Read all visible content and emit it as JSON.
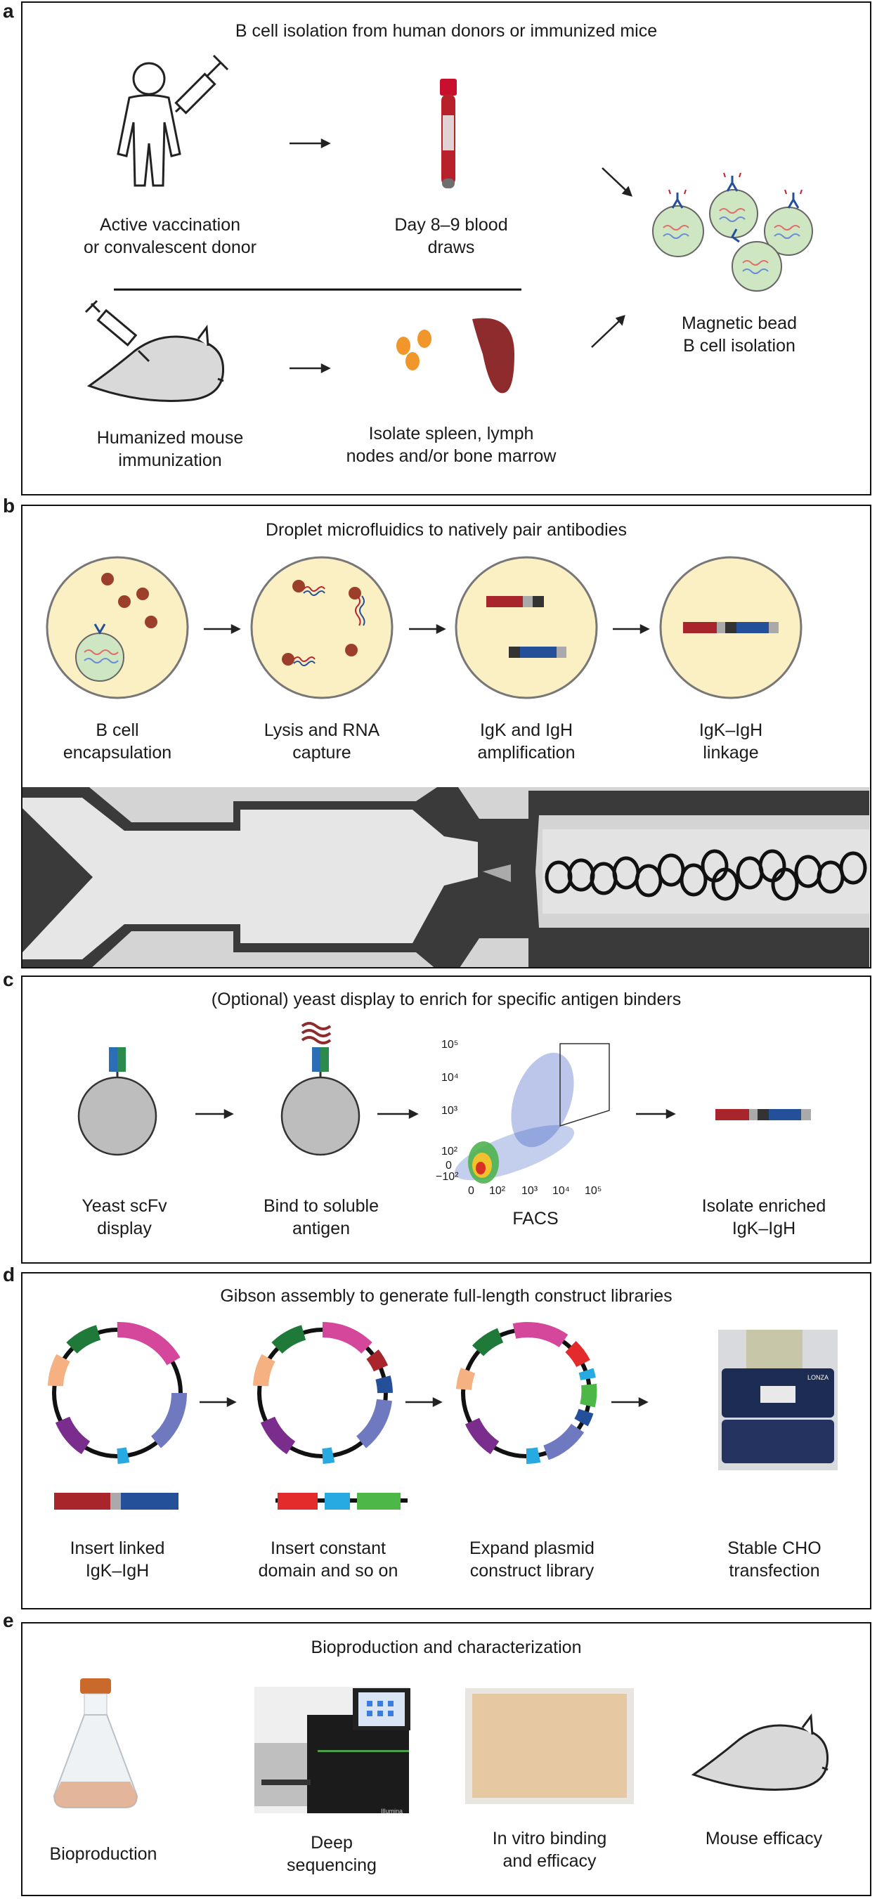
{
  "panels": {
    "a": {
      "letter": "a",
      "title": "B cell isolation from human donors or immunized mice",
      "labels": {
        "donor_l1": "Active vaccination",
        "donor_l2": "or convalescent donor",
        "blood_l1": "Day 8–9 blood",
        "blood_l2": "draws",
        "mouse_l1": "Humanized mouse",
        "mouse_l2": "immunization",
        "spleen_l1": "Isolate spleen, lymph",
        "spleen_l2": "nodes and/or bone marrow",
        "bead_l1": "Magnetic bead",
        "bead_l2": "B cell isolation"
      }
    },
    "b": {
      "letter": "b",
      "title": "Droplet microfluidics to natively pair antibodies",
      "steps": [
        {
          "l1": "B cell",
          "l2": "encapsulation"
        },
        {
          "l1": "Lysis and RNA",
          "l2": "capture"
        },
        {
          "l1": "IgK and IgH",
          "l2": "amplification"
        },
        {
          "l1": "IgK–IgH",
          "l2": "linkage"
        }
      ]
    },
    "c": {
      "letter": "c",
      "title": "(Optional) yeast display to enrich for specific antigen binders",
      "steps": [
        {
          "l1": "Yeast scFv",
          "l2": "display"
        },
        {
          "l1": "Bind to soluble",
          "l2": "antigen"
        },
        {
          "l1": "FACS",
          "l2": ""
        },
        {
          "l1": "Isolate enriched",
          "l2": "IgK–IgH"
        }
      ],
      "facs_axis": {
        "y_ticks": [
          "10⁵",
          "10⁴",
          "10³",
          "10²",
          "0",
          "−10²"
        ],
        "x_ticks": [
          "0",
          "10²",
          "10³",
          "10⁴",
          "10⁵"
        ]
      }
    },
    "d": {
      "letter": "d",
      "title": "Gibson assembly to generate full-length construct libraries",
      "steps": [
        {
          "l1": "Insert linked",
          "l2": "IgK–IgH"
        },
        {
          "l1": "Insert constant",
          "l2": "domain and so on"
        },
        {
          "l1": "Expand plasmid",
          "l2": "construct library"
        },
        {
          "l1": "Stable CHO",
          "l2": "transfection"
        }
      ],
      "instrument_brand": "LONZA"
    },
    "e": {
      "letter": "e",
      "title": "Bioproduction and characterization",
      "steps": [
        {
          "l1": "Bioproduction",
          "l2": ""
        },
        {
          "l1": "Deep",
          "l2": "sequencing"
        },
        {
          "l1": "In vitro binding",
          "l2": "and efficacy"
        },
        {
          "l1": "Mouse efficacy",
          "l2": ""
        }
      ],
      "sequencer_brand": "Illumina"
    }
  },
  "colors": {
    "droplet_fill": "#fbefc4",
    "cell_fill": "#cfe6c2",
    "bead": "#9b3f2a",
    "igk_red": "#a8252b",
    "igh_blue": "#24509a",
    "mouse_fill": "#d9d9d9",
    "orange": "#f0962a",
    "spleen": "#8e2b2d"
  }
}
